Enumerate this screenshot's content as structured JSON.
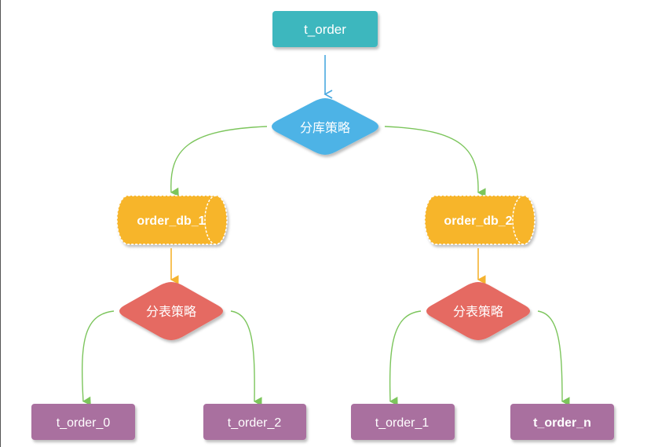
{
  "nodes": {
    "root": "t_order",
    "db_strategy": "分库策略",
    "db1": "order_db_1",
    "db2": "order_db_2",
    "table_strategy_left": "分表策略",
    "table_strategy_right": "分表策略",
    "leaf1": "t_order_0",
    "leaf2": "t_order_2",
    "leaf3": "t_order_1",
    "leaf4": "t_order_n"
  },
  "colors": {
    "root": "#3db7be",
    "db_strategy": "#4db3e6",
    "db_cylinder": "#f7b52b",
    "table_strategy": "#e56a62",
    "leaf": "#a96f9f",
    "edge_blue": "#4aa8e0",
    "edge_green": "#7cc55c",
    "edge_orange": "#f5b330"
  }
}
